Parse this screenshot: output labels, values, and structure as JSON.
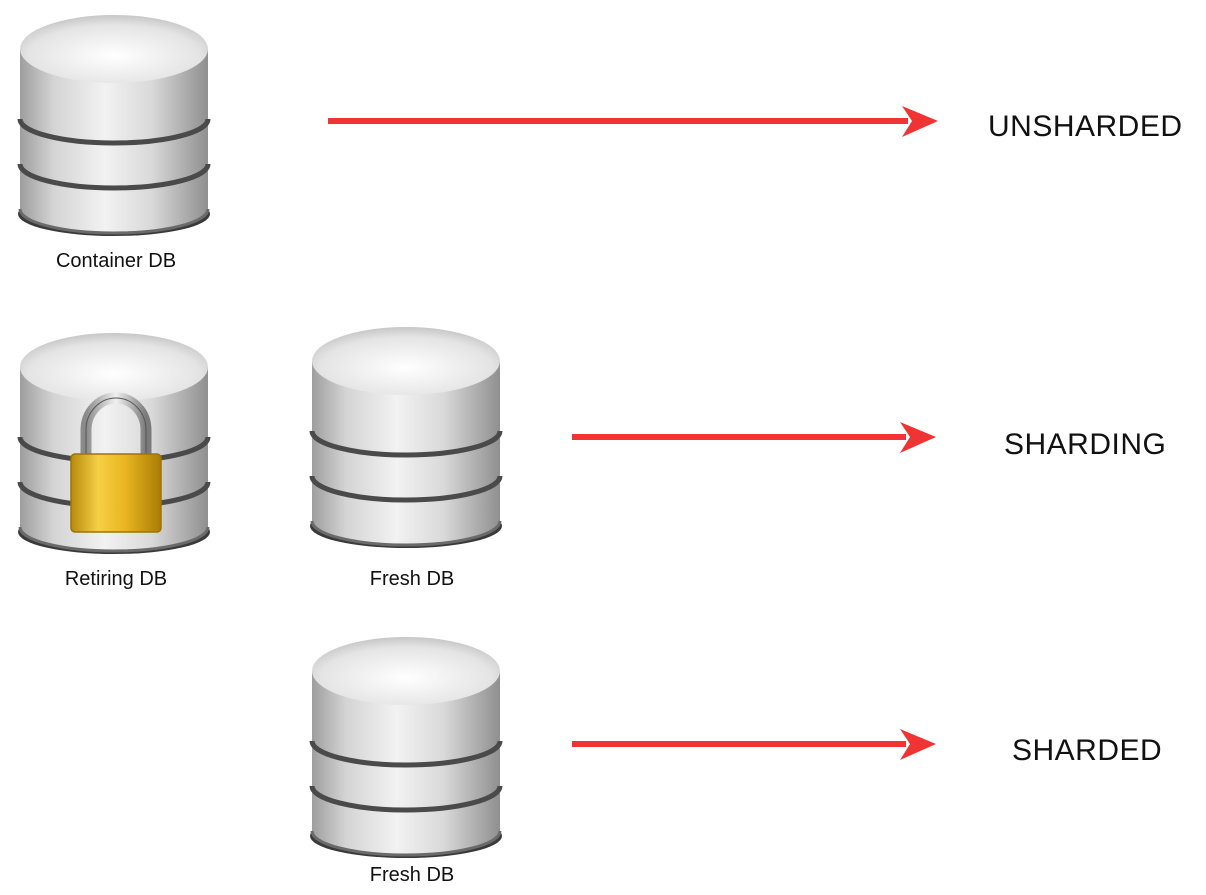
{
  "colors": {
    "arrow": "#f03434",
    "lock_body": "#e6b41e",
    "db_body": "#c8c8c8",
    "db_band": "#4a4a4a"
  },
  "rows": [
    {
      "databases": [
        {
          "label": "Container DB",
          "icon": "database-icon"
        }
      ],
      "state": "UNSHARDED"
    },
    {
      "databases": [
        {
          "label": "Retiring DB",
          "icon": "locked-database-icon"
        },
        {
          "label": "Fresh DB",
          "icon": "database-icon"
        }
      ],
      "state": "SHARDING"
    },
    {
      "databases": [
        {
          "label": "Fresh DB",
          "icon": "database-icon"
        }
      ],
      "state": "SHARDED"
    }
  ]
}
